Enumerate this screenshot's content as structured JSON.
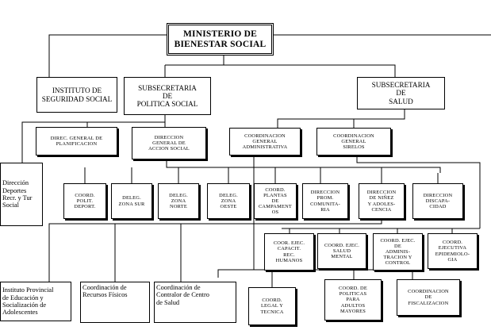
{
  "boxes": {
    "ministerio": "MINISTERIO DE\nBIENESTAR SOCIAL",
    "instituto_seguridad": "INSTITUTO DE\nSEGURIDAD SOCIAL",
    "subsec_politica": "SUBSECRETARIA\nDE\nPOLITICA SOCIAL",
    "subsec_salud": "SUBSECRETARIA\nDE\nSALUD",
    "dir_planificacion": "DIREC. GENERAL DE\nPLANIFICACION",
    "dir_accion_social": "DIRECCION\nGENERAL DE\nACCION SOCIAL",
    "coord_administrativa": "COORDINACION\nGENERAL\nADMINISTRATIVA",
    "coord_sirelos": "COORDINACION\nGENERAL\nSIRELOS",
    "dir_deportes": "Dirección\nDeportes\nRecr. y Tur\nSocial",
    "coord_polit_deport": "COORD.\nPOLIT.\nDEPORT.",
    "deleg_zona_sur": "DELEG.\nZONA SUR",
    "deleg_zona_norte": "DELEG.\nZONA\nNORTE",
    "deleg_zona_oeste": "DELEG.\nZONA\nOESTE",
    "coord_plantas": "COORD.\nPLANTAS\nDE\nCAMPAMENT\nOS",
    "dir_prom_comunitaria": "DIRECCION\nPROM.\nCOMUNITA-\nRIA",
    "dir_ninez": "DIRECCION\nDE NIÑEZ\nY ADOLES-\nCENCIA",
    "dir_discapacidad": "DIRECCION\nDISCAPA-\nCIDAD",
    "coor_capacit": "COOR. EJEC.\nCAPACIT.\nREC.\nHUMANOS",
    "coord_salud_mental": "COORD. EJEC.\nSALUD\nMENTAL",
    "coord_administracion": "COORD. EJEC.\nDE\nADMINIS-\nTRACION Y\nCONTROL",
    "coord_epidemiologia": "COORD.\nEJECUTIVA\nEPIDEMIOLO-\nGIA",
    "instituto_provincial": "Instituto Provincial\nde Educación y\nSocialización de\nAdolescentes",
    "coord_recursos_fisicos": "Coordinación de\nRecursos Físicos",
    "coord_contralor": "Coordinación de\nContralor de Centro\nde Salud",
    "coord_legal": "COORD.\nLEGAL Y\nTECNICA",
    "coord_adultos_mayores": "COORD. DE\nPOLITICAS\nPARA\nADULTOS\nMAYORES",
    "coord_fiscalizacion": "COORDINACION\nDE\nFISCALIZACION"
  }
}
